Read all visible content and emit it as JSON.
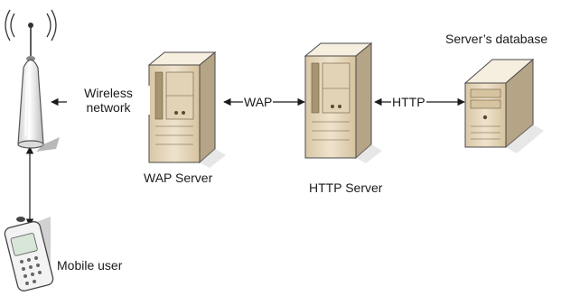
{
  "labels": {
    "wireless": "Wireless\nnetwork",
    "wap_link": "WAP",
    "http_link": "HTTP",
    "wap_server": "WAP Server",
    "http_server": "HTTP Server",
    "database": "Server’s database",
    "mobile_user": "Mobile user"
  },
  "icons": {
    "antenna": "antenna-tower-icon",
    "server": "server-tower-icon",
    "database": "database-server-icon",
    "phone": "mobile-phone-icon"
  },
  "colors": {
    "server_body": "#eadbc1",
    "server_side": "#b6a486",
    "server_top": "#f6eedf",
    "outline": "#4a4a4a",
    "antenna_body": "#f2f2f2",
    "line": "#1a1a1a"
  }
}
